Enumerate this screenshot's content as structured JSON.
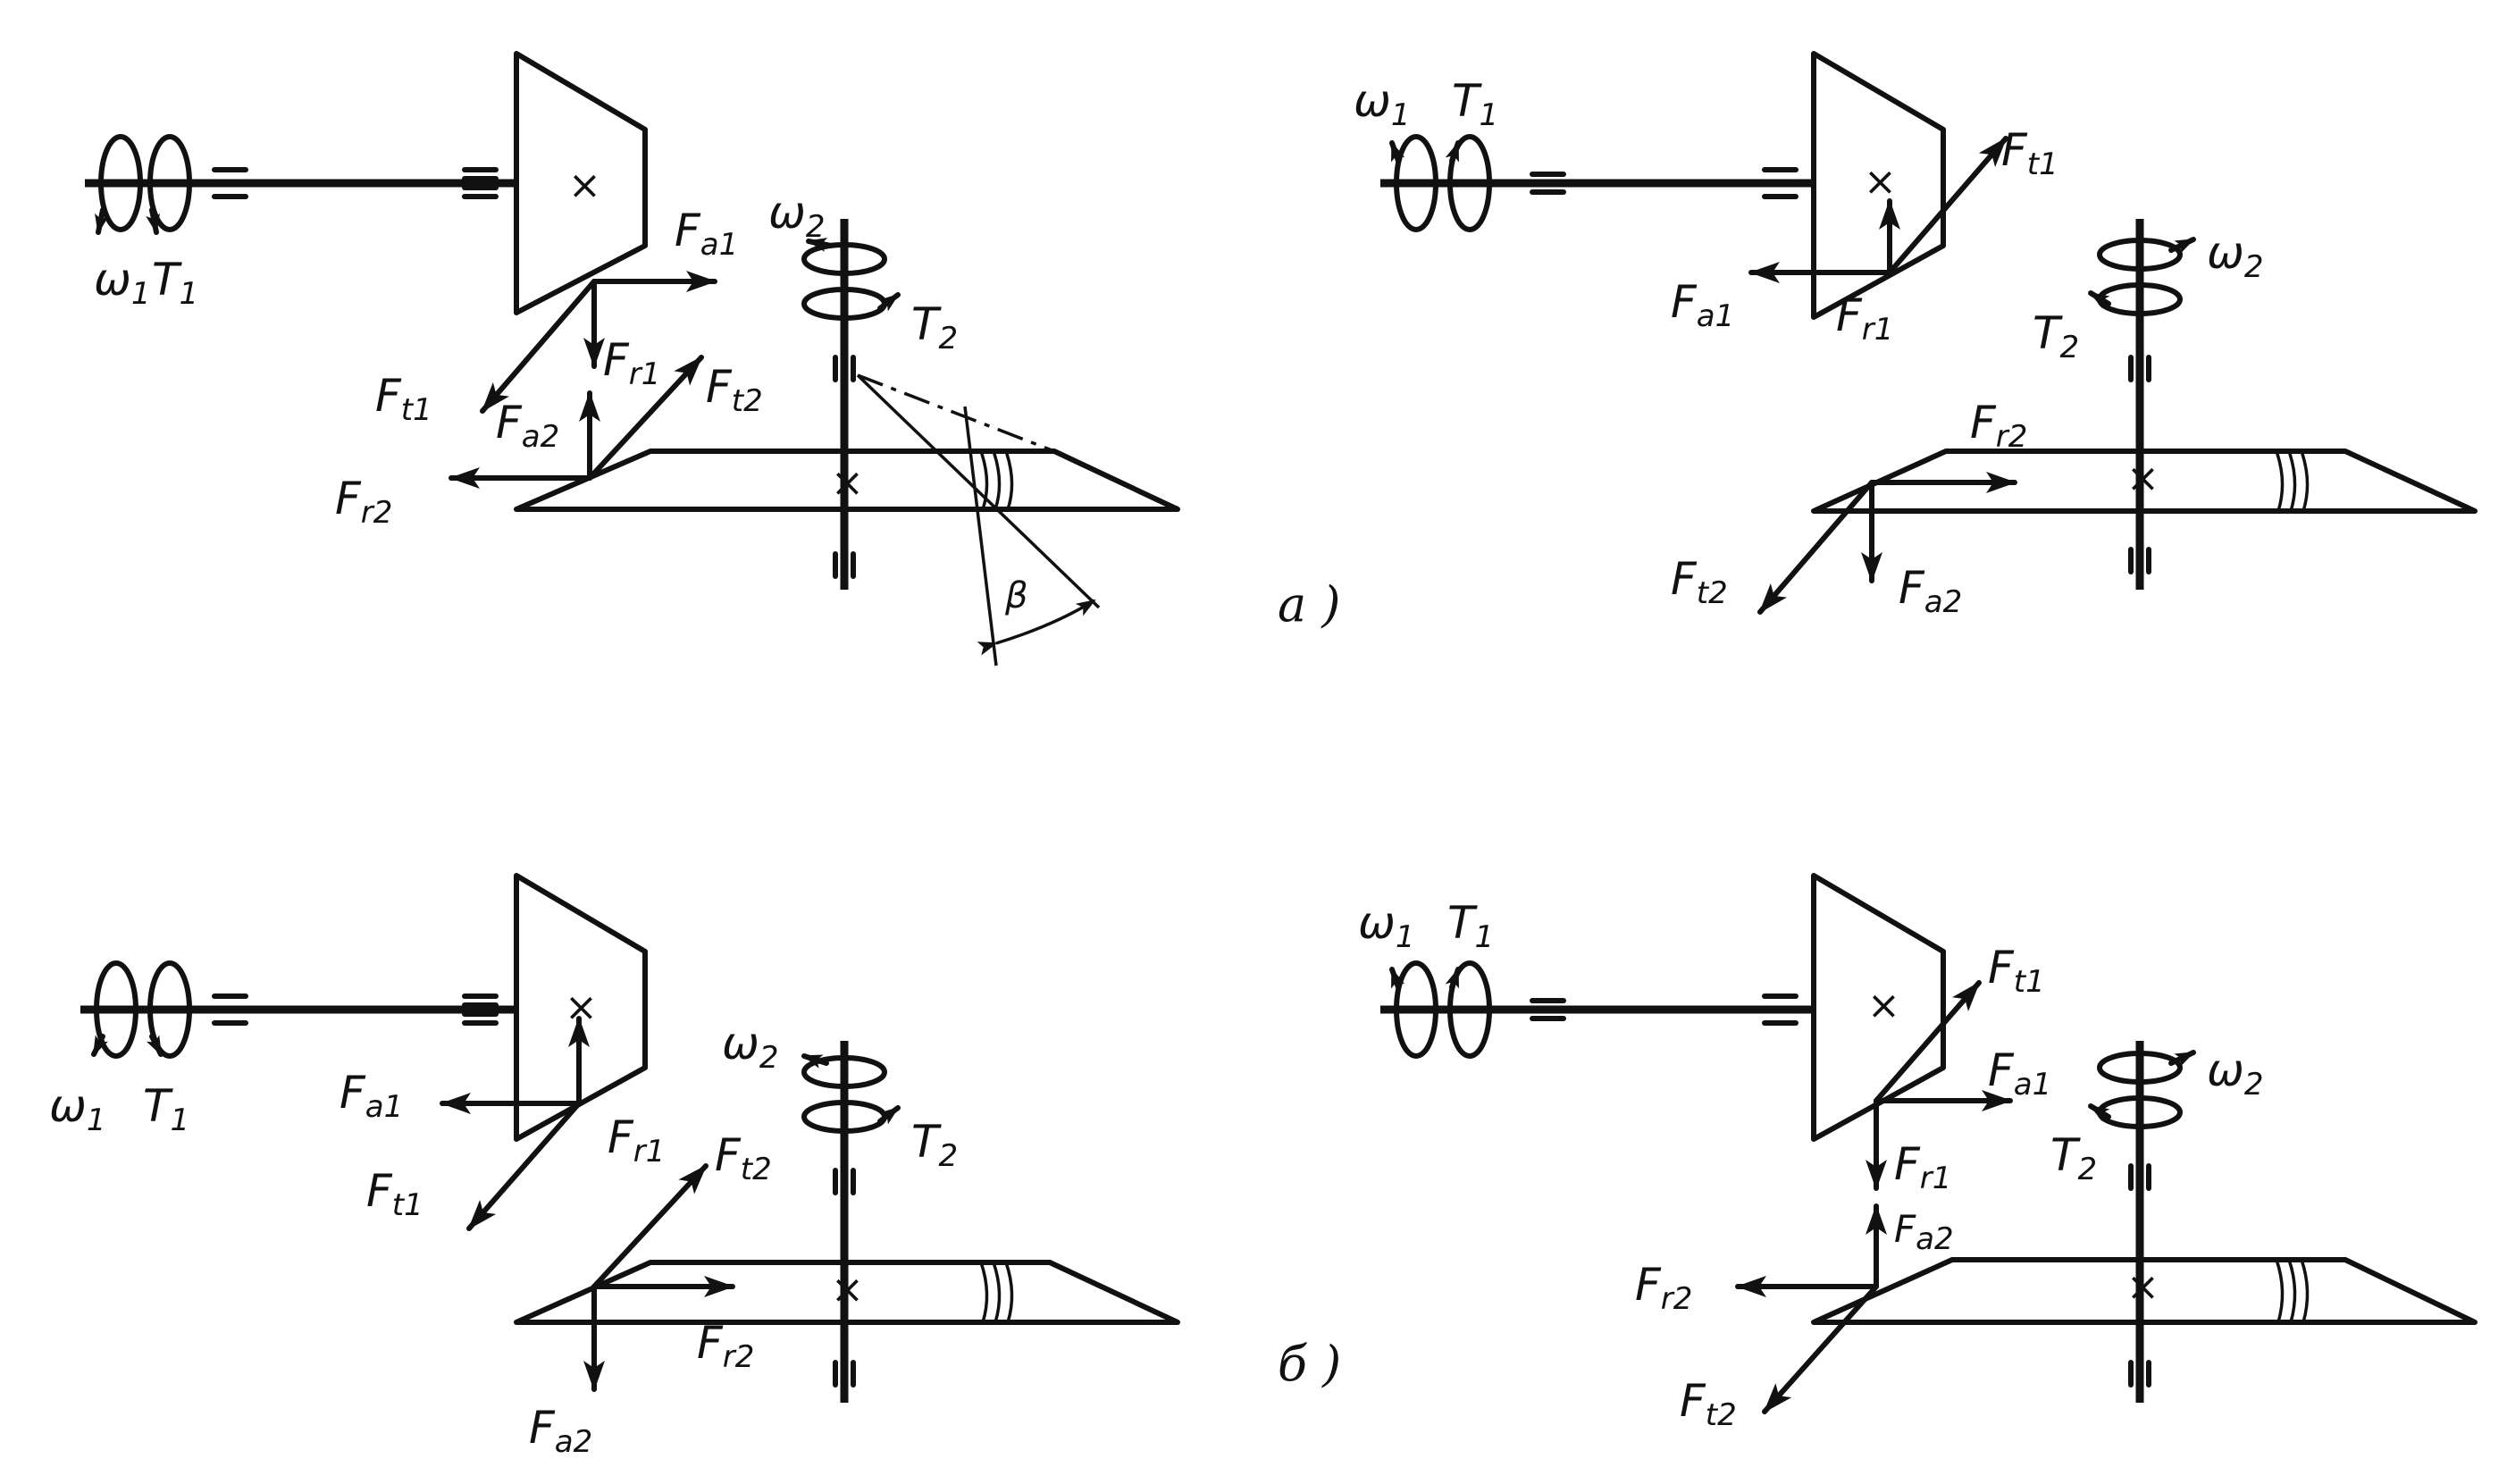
{
  "figure": {
    "captions": {
      "a": "a )",
      "b": "б )"
    },
    "panels": {
      "a_left": {
        "omega1": "ω",
        "omega1_sub": "1",
        "t1": "T",
        "t1_sub": "1",
        "omega2": "ω",
        "omega2_sub": "2",
        "t2": "T",
        "t2_sub": "2",
        "fa1": "F",
        "fa1_sub": "a1",
        "ft1": "F",
        "ft1_sub": "t1",
        "fr1": "F",
        "fr1_sub": "r1",
        "fa2": "F",
        "fa2_sub": "a2",
        "ft2": "F",
        "ft2_sub": "t2",
        "fr2": "F",
        "fr2_sub": "r2",
        "beta": "β"
      },
      "a_right": {
        "omega1": "ω",
        "omega1_sub": "1",
        "t1": "T",
        "t1_sub": "1",
        "omega2": "ω",
        "omega2_sub": "2",
        "t2": "T",
        "t2_sub": "2",
        "ft1": "F",
        "ft1_sub": "t1",
        "fa1": "F",
        "fa1_sub": "a1",
        "fr1": "F",
        "fr1_sub": "r1",
        "fr2": "F",
        "fr2_sub": "r2",
        "ft2": "F",
        "ft2_sub": "t2",
        "fa2": "F",
        "fa2_sub": "a2"
      },
      "b_left": {
        "omega1": "ω",
        "omega1_sub": "1",
        "t1": "T",
        "t1_sub": "1",
        "omega2": "ω",
        "omega2_sub": "2",
        "t2": "T",
        "t2_sub": "2",
        "fa1": "F",
        "fa1_sub": "a1",
        "fr1": "F",
        "fr1_sub": "r1",
        "ft1": "F",
        "ft1_sub": "t1",
        "ft2": "F",
        "ft2_sub": "t2",
        "fr2": "F",
        "fr2_sub": "r2",
        "fa2": "F",
        "fa2_sub": "a2"
      },
      "b_right": {
        "omega1": "ω",
        "omega1_sub": "1",
        "t1": "T",
        "t1_sub": "1",
        "omega2": "ω",
        "omega2_sub": "2",
        "t2": "T",
        "t2_sub": "2",
        "ft1": "F",
        "ft1_sub": "t1",
        "fa1": "F",
        "fa1_sub": "a1",
        "fr1": "F",
        "fr1_sub": "r1",
        "fa2": "F",
        "fa2_sub": "a2",
        "fr2": "F",
        "fr2_sub": "r2",
        "ft2": "F",
        "ft2_sub": "t2"
      }
    },
    "symbols": {
      "axis_cross": "×"
    }
  }
}
